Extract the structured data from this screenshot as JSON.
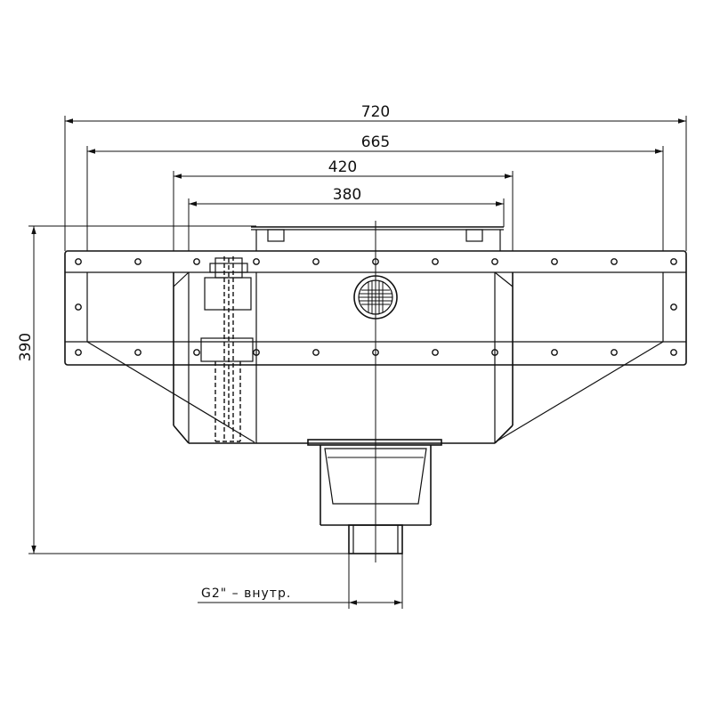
{
  "dimensions": {
    "width_720": "720",
    "width_665": "665",
    "width_420": "420",
    "width_380": "380",
    "height_390": "390",
    "thread_note": "G2\" – внутр."
  },
  "colors": {
    "line": "#111111",
    "background": "#ffffff"
  }
}
